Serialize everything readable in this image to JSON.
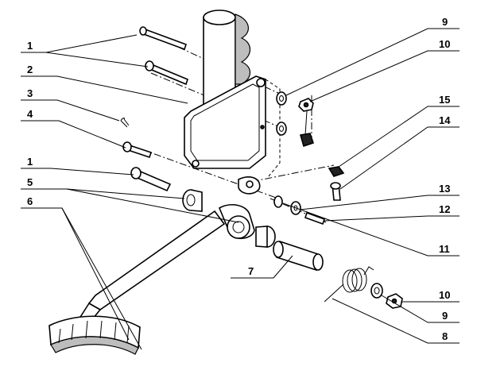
{
  "diagram": {
    "left_callouts": [
      "1",
      "2",
      "3",
      "4",
      "1",
      "5",
      "6"
    ],
    "right_callouts": [
      "9",
      "10",
      "15",
      "14",
      "13",
      "12",
      "11",
      "10",
      "9",
      "8"
    ],
    "bottom_callouts": [
      "7"
    ]
  }
}
